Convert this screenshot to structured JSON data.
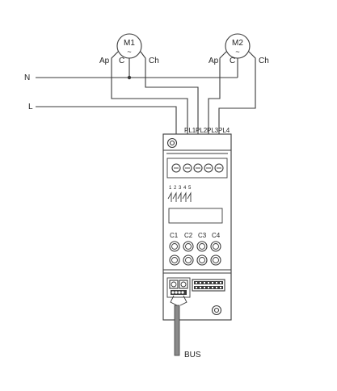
{
  "motors": [
    {
      "label": "M1",
      "tilde": "~",
      "terminals": {
        "ap": "Ap",
        "c": "C",
        "ch": "Ch"
      }
    },
    {
      "label": "M2",
      "tilde": "~",
      "terminals": {
        "ap": "Ap",
        "c": "C",
        "ch": "Ch"
      }
    }
  ],
  "lines": {
    "neutral": "N",
    "live": "L"
  },
  "outputs": [
    "PL1",
    "PL2",
    "PL3",
    "PL4"
  ],
  "dip_switch_numbers": [
    "1",
    "2",
    "3",
    "4",
    "5"
  ],
  "channels": [
    "C1",
    "C2",
    "C3",
    "C4"
  ],
  "bus_label": "BUS"
}
